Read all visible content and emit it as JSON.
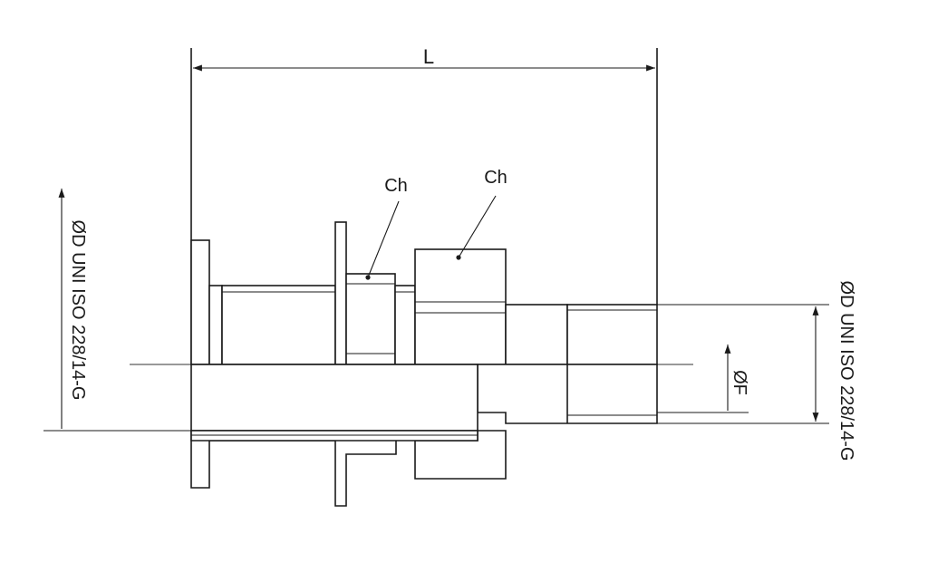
{
  "drawing": {
    "dim_length_label": "L",
    "hex_label_left": "Ch",
    "hex_label_right": "Ch",
    "thread_left_label": "ØD UNI ISO 228/14-G",
    "thread_right_label": "ØD UNI ISO 228/14-G",
    "bore_label": "ØF",
    "line_color": "#1a1a1a",
    "background": "#ffffff"
  }
}
